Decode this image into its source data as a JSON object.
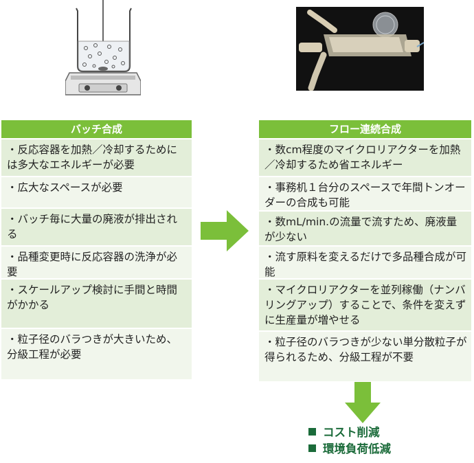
{
  "batch": {
    "title": "バッチ合成",
    "items": [
      "・反応容器を加熱／冷却するためには多大なエネルギーが必要",
      "・広大なスペースが必要",
      "・バッチ毎に大量の廃液が排出される",
      "・品種変更時に反応容器の洗浄が必要",
      "・スケールアップ検討に手間と時間がかかる",
      "・粒子径のバラつきが大きいため、分級工程が必要"
    ]
  },
  "flow": {
    "title": "フロー連続合成",
    "items": [
      "・数cm程度のマイクロリアクターを加熱／冷却するため省エネルギー",
      "・事務机１台分のスペースで年間トンオーダーの合成も可能",
      "・数mL/min.の流量で流すため、廃液量が少ない",
      "・流す原料を変えるだけで多品種合成が可能",
      "・マイクロリアクターを並列稼働（ナンバリングアップ）することで、条件を変えずに生産量が増やせる",
      "・粒子径のバラつきが少ない単分散粒子が得られるため、分級工程が不要"
    ]
  },
  "benefits": [
    "コスト削減",
    "環境負荷低減"
  ],
  "colors": {
    "header_green": "#7bbf3a",
    "row_dark": "#e3eed9",
    "row_light": "#f1f6ec",
    "arrow_green": "#7bbf3a",
    "benefit_text": "#1b6b3a"
  },
  "icons": [
    "beaker-on-stirrer-illustration",
    "microreactor-photo",
    "arrow-right-icon",
    "arrow-down-icon"
  ]
}
